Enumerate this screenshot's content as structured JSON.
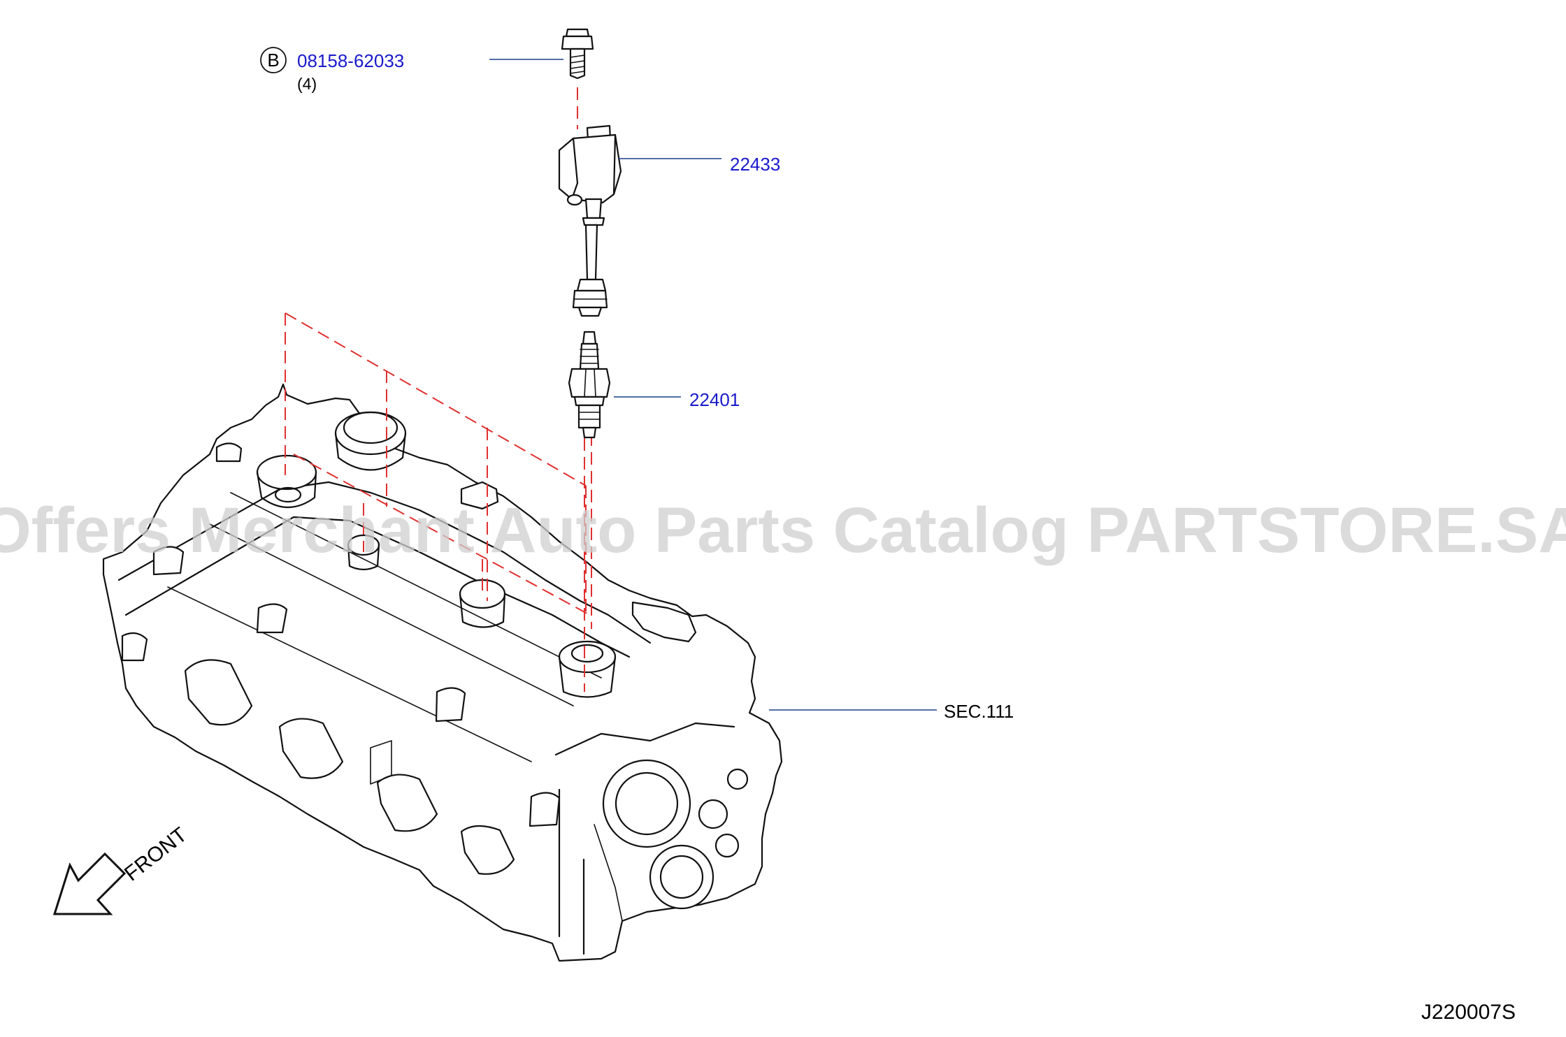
{
  "callouts": {
    "bolt": {
      "symbol": "B",
      "part_number": "08158-62033",
      "quantity": "(4)"
    },
    "ignition_coil": {
      "part_number": "22433"
    },
    "spark_plug": {
      "part_number": "22401"
    },
    "cylinder_head": {
      "reference": "SEC.111"
    }
  },
  "direction": {
    "label": "FRONT"
  },
  "diagram_code": "J220007S",
  "watermark": "Offers Merchant Auto Parts Catalog PARTSTORE.SA",
  "colors": {
    "link": "#1a1acc",
    "leader": "#1a3f8c",
    "dashed_guide": "#e03030"
  }
}
